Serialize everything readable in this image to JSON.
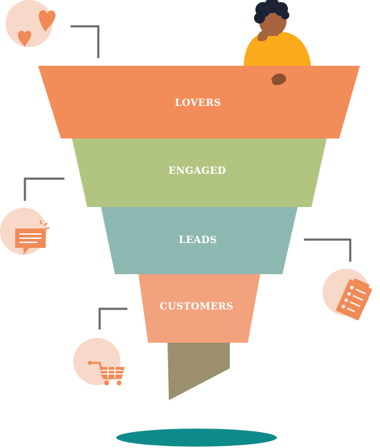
{
  "funnel": {
    "stages": [
      {
        "label": "LOVERS",
        "color": "#f28c58"
      },
      {
        "label": "ENGAGED",
        "color": "#b2c580"
      },
      {
        "label": "LEADS",
        "color": "#8db8b1"
      },
      {
        "label": "CUSTOMERS",
        "color": "#f2a27c"
      }
    ],
    "spout_color": "#9b8f6e",
    "shadow_color": "#0f8a8a",
    "connector_color": "#666666"
  },
  "icons": [
    {
      "name": "hearts-icon",
      "circle_color": "#f8d8c8",
      "glyph_color": "#f08a56"
    },
    {
      "name": "chat-bubble-icon",
      "circle_color": "#f8d8c8",
      "glyph_color": "#f08a56"
    },
    {
      "name": "checklist-icon",
      "circle_color": "#f8d8c8",
      "glyph_color": "#f08a56"
    },
    {
      "name": "shopping-cart-icon",
      "circle_color": "#f8d8c8",
      "glyph_color": "#f08a56"
    }
  ],
  "person": {
    "shirt_color": "#fbaa1c",
    "skin_color": "#a5643d",
    "hair_color": "#1b2233"
  }
}
